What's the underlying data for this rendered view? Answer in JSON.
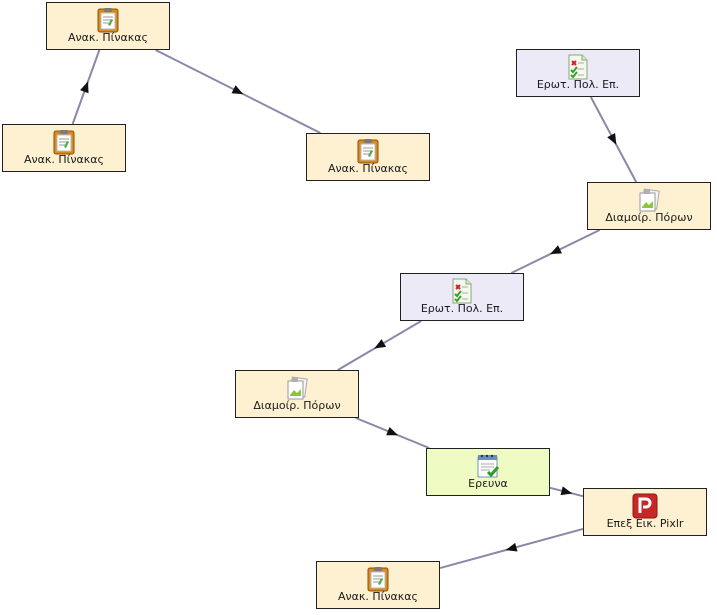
{
  "colors": {
    "edge": "#8a88a8",
    "arrow": "#111111",
    "node_border": "#202020",
    "resource_fill": "#fdf1d2",
    "quiz_fill": "#ebeaf6",
    "survey_fill": "#eefcc4"
  },
  "nodes": [
    {
      "id": "n1",
      "label": "Ανακ. Πίνακας",
      "icon": "clipboard-icon"
    },
    {
      "id": "n2",
      "label": "Ανακ. Πίνακας",
      "icon": "clipboard-icon"
    },
    {
      "id": "n3",
      "label": "Ανακ. Πίνακας",
      "icon": "clipboard-icon"
    },
    {
      "id": "n4",
      "label": "Ερωτ. Πολ. Επ.",
      "icon": "quiz-checklist-icon"
    },
    {
      "id": "n5",
      "label": "Διαμοίρ. Πόρων",
      "icon": "shared-resources-icon"
    },
    {
      "id": "n6",
      "label": "Ερωτ. Πολ. Επ.",
      "icon": "quiz-checklist-icon"
    },
    {
      "id": "n7",
      "label": "Διαμοίρ. Πόρων",
      "icon": "shared-resources-icon"
    },
    {
      "id": "n8",
      "label": "Ερευνα",
      "icon": "survey-notepad-icon"
    },
    {
      "id": "n9",
      "label": "Επεξ Εικ. Pixlr",
      "icon": "pixlr-p-icon"
    },
    {
      "id": "n10",
      "label": "Ανακ. Πίνακας",
      "icon": "clipboard-icon"
    }
  ],
  "edges": [
    {
      "from": "n2",
      "to": "n1"
    },
    {
      "from": "n1",
      "to": "n3"
    },
    {
      "from": "n4",
      "to": "n5"
    },
    {
      "from": "n5",
      "to": "n6"
    },
    {
      "from": "n6",
      "to": "n7"
    },
    {
      "from": "n7",
      "to": "n8"
    },
    {
      "from": "n8",
      "to": "n9"
    },
    {
      "from": "n9",
      "to": "n10"
    }
  ]
}
